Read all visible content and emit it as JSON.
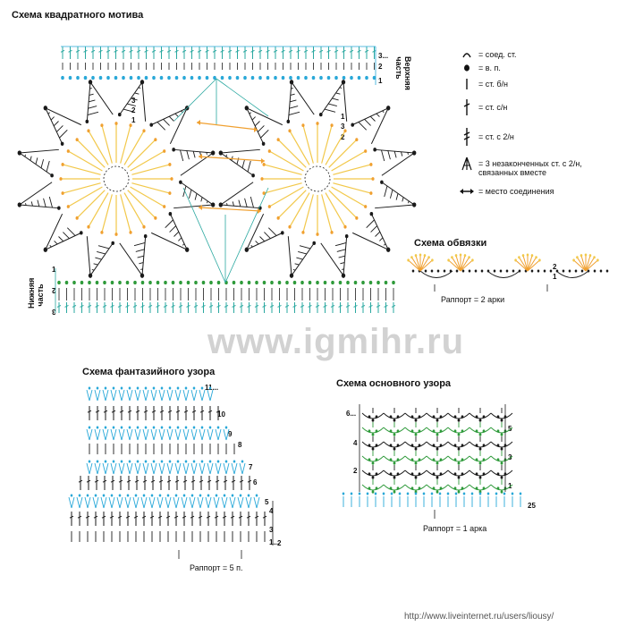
{
  "titles": {
    "square_motif": "Схема квадратного мотива",
    "edging": "Схема обвязки",
    "fancy": "Схема фантазийного узора",
    "basic": "Схема основного узора"
  },
  "side_labels": {
    "upper_line1": "Верхняя",
    "upper_line2": "часть",
    "lower_line1": "Нижняя",
    "lower_line2": "часть"
  },
  "legend": [
    {
      "icon": "slip-stitch-icon",
      "label": "= соед. ст."
    },
    {
      "icon": "chain-stitch-icon",
      "label": "= в. п."
    },
    {
      "icon": "single-crochet-icon",
      "label": "= ст. б/н"
    },
    {
      "icon": "double-crochet-icon",
      "label": "= ст. с/н"
    },
    {
      "icon": "treble-crochet-icon",
      "label": "= ст. с 2/н"
    },
    {
      "icon": "cluster-icon",
      "label": "= 3 незаконченных ст. с 2/н,"
    },
    {
      "icon": "",
      "label": "связанных вместе"
    },
    {
      "icon": "join-point-icon",
      "label": "= место соединения"
    }
  ],
  "row_numbers": {
    "motif_top": [
      "3...",
      "2",
      "1"
    ],
    "motif_bottom": [
      "1",
      "2",
      "3"
    ],
    "motif_petal": [
      "3",
      "2",
      "1"
    ],
    "edging": [
      "2",
      "1"
    ],
    "fancy": [
      "11...",
      "10",
      "9",
      "8",
      "7",
      "6",
      "5",
      "4",
      "3",
      "1...",
      "2"
    ],
    "basic_left": [
      "6...",
      "4",
      "2"
    ],
    "basic_right": [
      "5",
      "3",
      "1",
      "25"
    ]
  },
  "rapport": {
    "edging": "Раппорт = 2 арки",
    "fancy": "Раппорт = 5 п.",
    "basic": "Раппорт = 1 арка"
  },
  "watermark": "www.igmihr.ru",
  "footer_url": "http://www.liveinternet.ru/users/liousy/",
  "colors": {
    "ink": "#1a1a1a",
    "blue": "#29a8d8",
    "green": "#2e9a3a",
    "orange": "#f0a030",
    "yellow": "#f2c84a",
    "teal": "#2aa8a0"
  }
}
